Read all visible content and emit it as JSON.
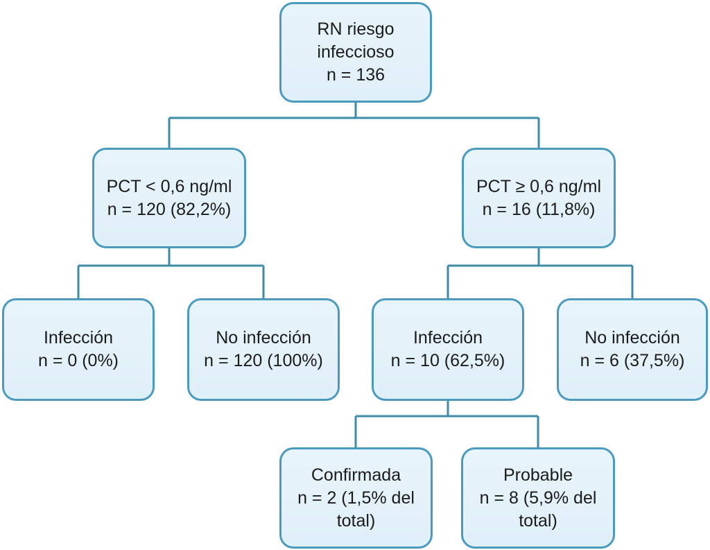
{
  "diagram": {
    "type": "flowchart",
    "language": "es",
    "colors": {
      "box_fill": "#e4f2fa",
      "box_border": "#4a9abd",
      "connector": "#3e8ba8",
      "text": "#1b1b1b",
      "background": "#ffffff"
    },
    "nodes": [
      {
        "id": "root",
        "label": "RN riesgo infeccioso",
        "stat": "n = 136"
      },
      {
        "id": "pct-low",
        "label": "PCT < 0,6 ng/ml",
        "stat": "n = 120 (82,2%)"
      },
      {
        "id": "pct-high",
        "label": "PCT ≥ 0,6 ng/ml",
        "stat": "n = 16 (11,8%)"
      },
      {
        "id": "infeccion-low",
        "label": "Infección",
        "stat": "n = 0 (0%)"
      },
      {
        "id": "no-infeccion-low",
        "label": "No infección",
        "stat": "n = 120 (100%)"
      },
      {
        "id": "infeccion-high",
        "label": "Infección",
        "stat": "n = 10 (62,5%)"
      },
      {
        "id": "no-infeccion-high",
        "label": "No infección",
        "stat": "n = 6 (37,5%)"
      },
      {
        "id": "confirmada",
        "label": "Confirmada",
        "stat": "n = 2 (1,5% del total)"
      },
      {
        "id": "probable",
        "label": "Probable",
        "stat": "n = 8 (5,9% del total)"
      }
    ],
    "edges": [
      {
        "from": "root",
        "to": "pct-low"
      },
      {
        "from": "root",
        "to": "pct-high"
      },
      {
        "from": "pct-low",
        "to": "infeccion-low"
      },
      {
        "from": "pct-low",
        "to": "no-infeccion-low"
      },
      {
        "from": "pct-high",
        "to": "infeccion-high"
      },
      {
        "from": "pct-high",
        "to": "no-infeccion-high"
      },
      {
        "from": "infeccion-high",
        "to": "confirmada"
      },
      {
        "from": "infeccion-high",
        "to": "probable"
      }
    ]
  }
}
